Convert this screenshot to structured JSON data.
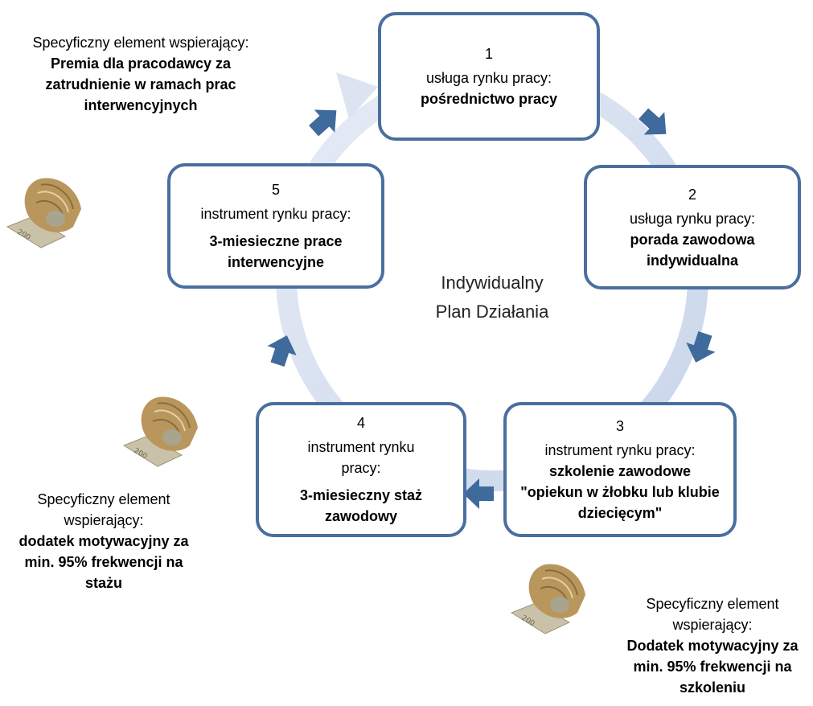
{
  "center": {
    "line1": "Indywidualny",
    "line2": "Plan Działania"
  },
  "steps": [
    {
      "number": "1",
      "type": "usługa rynku pracy:",
      "name": "pośrednictwo pracy"
    },
    {
      "number": "2",
      "type": "usługa rynku pracy:",
      "name": "porada zawodowa indywidualna"
    },
    {
      "number": "3",
      "type": "instrument rynku pracy:",
      "name": "szkolenie zawodowe \"opiekun w żłobku lub klubie dziecięcym\""
    },
    {
      "number": "4",
      "type": "instrument rynku pracy:",
      "name": "3-miesieczny staż zawodowy"
    },
    {
      "number": "5",
      "type": "instrument rynku pracy:",
      "name": "3-miesieczne prace interwencyjne"
    }
  ],
  "notes": {
    "top_left": {
      "prefix": "Specyficzny element wspierający: ",
      "bold": "Premia dla pracodawcy za zatrudnienie w ramach prac interwencyjnych"
    },
    "bottom_left": {
      "prefix": "Specyficzny element wspierający:",
      "bold": "dodatek motywacyjny za min. 95% frekwencji na stażu"
    },
    "bottom_right": {
      "prefix": "Specyficzny element wspierający:",
      "bold": "Dodatek motywacyjny za min. 95% frekwencji na szkoleniu"
    }
  },
  "colors": {
    "box_border": "#4a6f9e",
    "arrow": "#3f6a9c",
    "ring": "#d3dced"
  },
  "icons": [
    "money-roll-icon"
  ]
}
